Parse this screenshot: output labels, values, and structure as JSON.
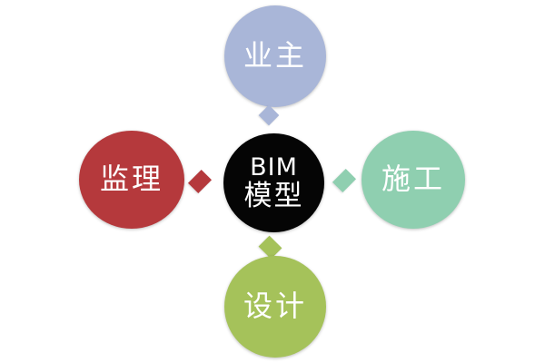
{
  "diagram": {
    "center": {
      "line1": "BIM",
      "line2": "模型",
      "color": "#050505"
    },
    "nodes": {
      "top": {
        "label": "业主",
        "color": "#a9b6d8"
      },
      "left": {
        "label": "监理",
        "color": "#b5393c"
      },
      "right": {
        "label": "施工",
        "color": "#8fcfb0"
      },
      "bottom": {
        "label": "设计",
        "color": "#a5c25a"
      }
    },
    "connectors": {
      "top": {
        "color": "#a9b6d8"
      },
      "left": {
        "color": "#b5393c"
      },
      "right": {
        "color": "#8fcfb0"
      },
      "bottom": {
        "color": "#a5c25a"
      }
    }
  }
}
